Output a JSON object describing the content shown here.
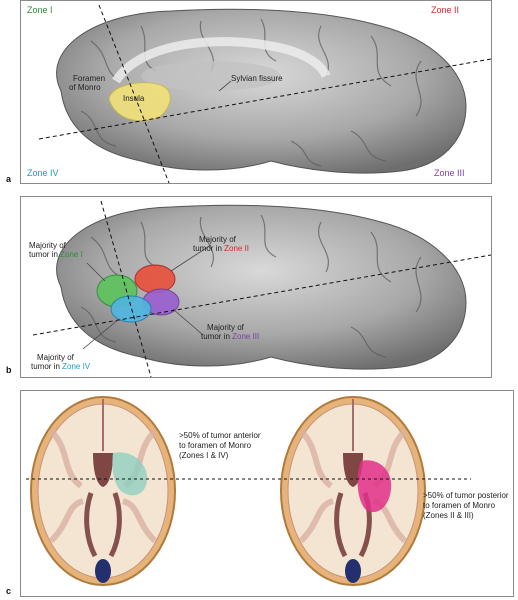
{
  "panels": [
    {
      "label": "a",
      "zones": {
        "zone1": "Zone I",
        "zone2": "Zone II",
        "zone3": "Zone III",
        "zone4": "Zone IV"
      },
      "annotations": {
        "foramen_line1": "Foramen",
        "foramen_line2": "of Monro",
        "insula": "Insula",
        "sylvian": "Sylvian fissure"
      }
    },
    {
      "label": "b",
      "annotations": {
        "green_line1": "Majority of",
        "green_line2": "tumor in ",
        "green_zone": "Zone I",
        "red_line1": "Majority of",
        "red_line2": "tumor in ",
        "red_zone": "Zone II",
        "purple_line1": "Majority of",
        "purple_line2": "tumor in ",
        "purple_zone": "Zone III",
        "blue_line1": "Majority of",
        "blue_line2": "tumor in ",
        "blue_zone": "Zone IV"
      }
    },
    {
      "label": "c",
      "left_caption": [
        ">50% of tumor anterior",
        "to foramen of Monro",
        "(Zones I & IV)"
      ],
      "right_caption": [
        ">50% of tumor posterior",
        "to foramen of Monro",
        "(Zones II & III)"
      ]
    }
  ],
  "colors": {
    "zone1": "#2e8b3a",
    "zone2": "#d42a2a",
    "zone3": "#7b3fa8",
    "zone4": "#1f9bbf",
    "insula": "#f2e27a",
    "tumor_anterior": "#8fd0c0",
    "tumor_posterior": "#e0308a"
  }
}
